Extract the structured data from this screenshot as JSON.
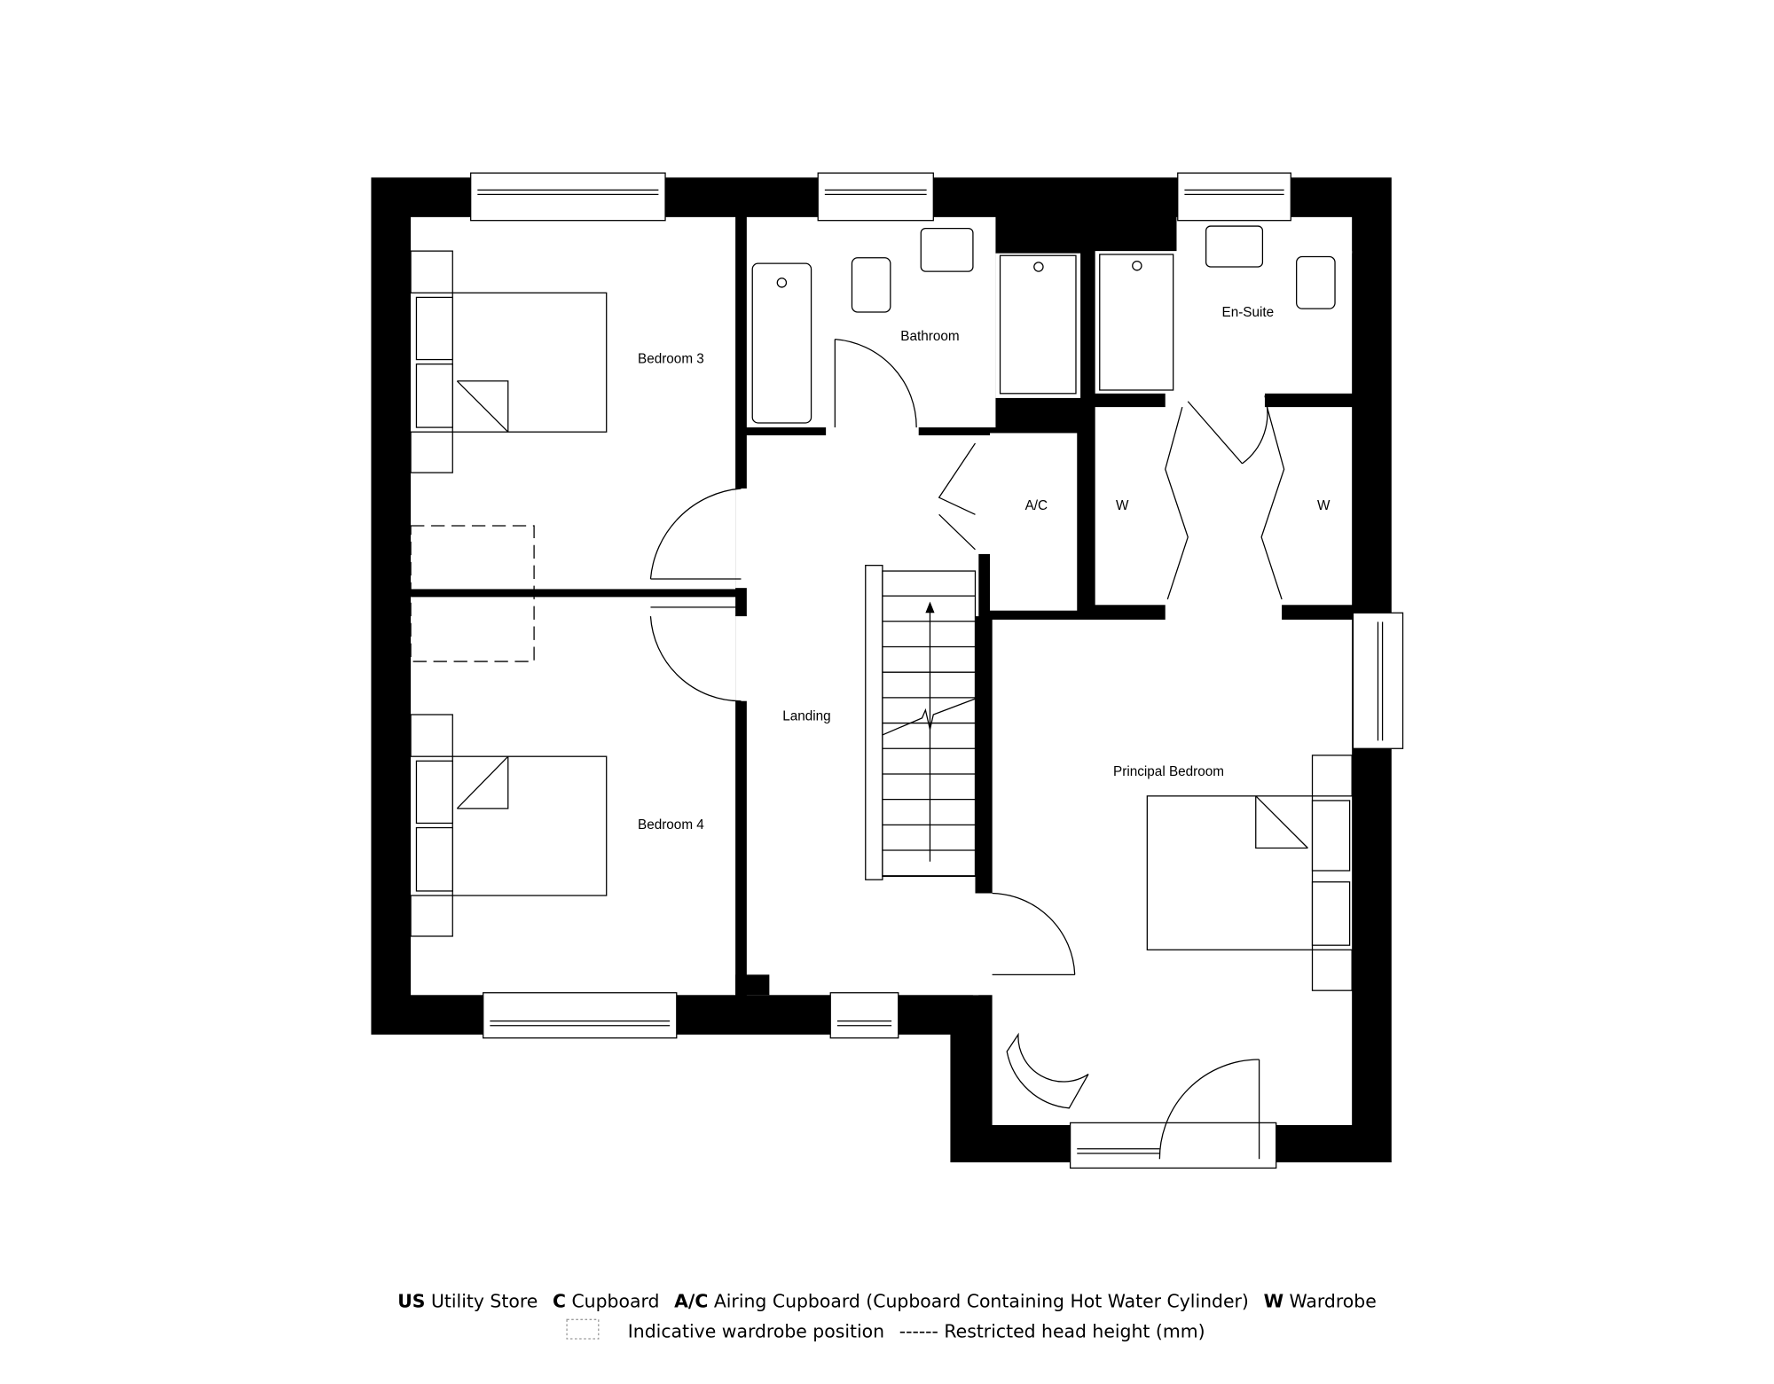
{
  "rooms": {
    "bedroom3": "Bedroom 3",
    "bedroom4": "Bedroom 4",
    "bathroom": "Bathroom",
    "ensuite": "En-Suite",
    "ac": "A/C",
    "wardrobe_left": "W",
    "wardrobe_right": "W",
    "landing": "Landing",
    "principal": "Principal Bedroom"
  },
  "legend": {
    "us_abbr": "US",
    "us_text": "Utility Store",
    "c_abbr": "C",
    "c_text": "Cupboard",
    "ac_abbr": "A/C",
    "ac_text": "Airing Cupboard (Cupboard Containing Hot Water Cylinder)",
    "w_abbr": "W",
    "w_text": "Wardrobe",
    "wardrobe_position": "Indicative wardrobe position",
    "head_height_symbol": "------",
    "head_height": "Restricted head height (mm)"
  },
  "colors": {
    "wall": "#000000",
    "background": "#ffffff",
    "dashed_box": "#999999"
  }
}
